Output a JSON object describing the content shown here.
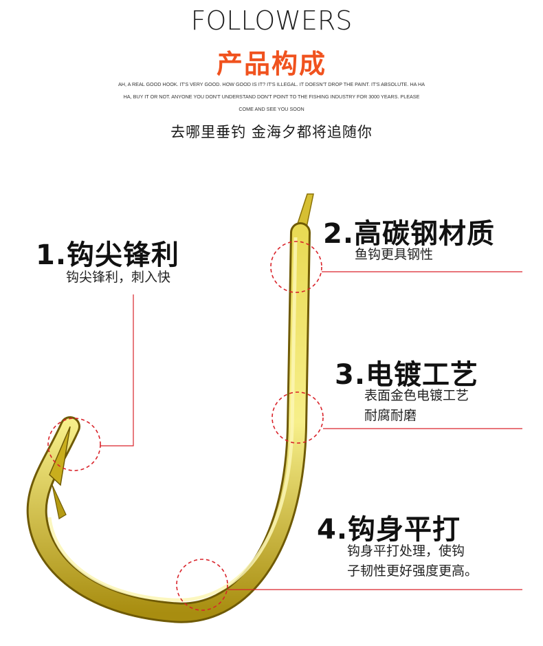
{
  "header": {
    "brand": "FOLLOWERS",
    "title": "产品构成",
    "tagline": [
      "AH, A REAL GOOD HOOK. IT'S VERY GOOD. HOW GOOD IS IT? IT'S ILLEGAL. IT DOESN'T DROP THE PAINT. IT'S ABSOLUTE. HA HA",
      "HA, BUY IT OR NOT. ANYONE YOU DON'T UNDERSTAND DON'T POINT TO THE FISHING INDUSTRY FOR 3000 YEARS. PLEASE",
      "COME AND SEE YOU SOON"
    ],
    "slogan": "去哪里垂钓 金海夕都将追随你"
  },
  "features": [
    {
      "title": "1.钩尖锋利",
      "lines": [
        "钩尖锋利，刺入快"
      ]
    },
    {
      "title": "2.高碳钢材质",
      "lines": [
        "鱼钩更具钢性"
      ]
    },
    {
      "title": "3.电镀工艺",
      "lines": [
        "表面金色电镀工艺",
        "耐腐耐磨"
      ]
    },
    {
      "title": "4.钩身平打",
      "lines": [
        "钩身平打处理，使钩",
        "子韧性更好强度更高。"
      ]
    }
  ],
  "colors": {
    "accent": "#f0521e",
    "callout": "#d9232a",
    "gold_light": "#f6ec7a",
    "gold_mid": "#d8c12a",
    "gold_dark": "#8f7608",
    "text": "#222222"
  }
}
